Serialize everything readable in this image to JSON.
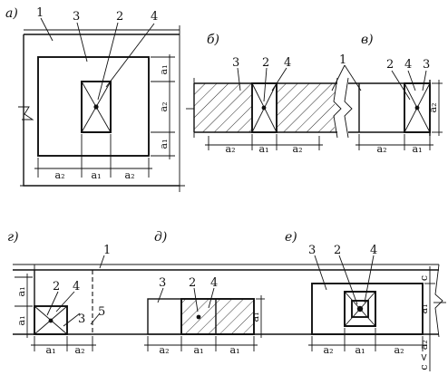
{
  "panels": {
    "a": "а)",
    "b": "б)",
    "v": "в)",
    "g": "г)",
    "d": "д)",
    "e": "е)"
  },
  "labels": {
    "n1": "1",
    "n2": "2",
    "n3": "3",
    "n4": "4",
    "n5": "5"
  },
  "dims": {
    "a1": "a₁",
    "a2": "a₂",
    "c": "c",
    "c_lt_a2": "c < a₂"
  }
}
